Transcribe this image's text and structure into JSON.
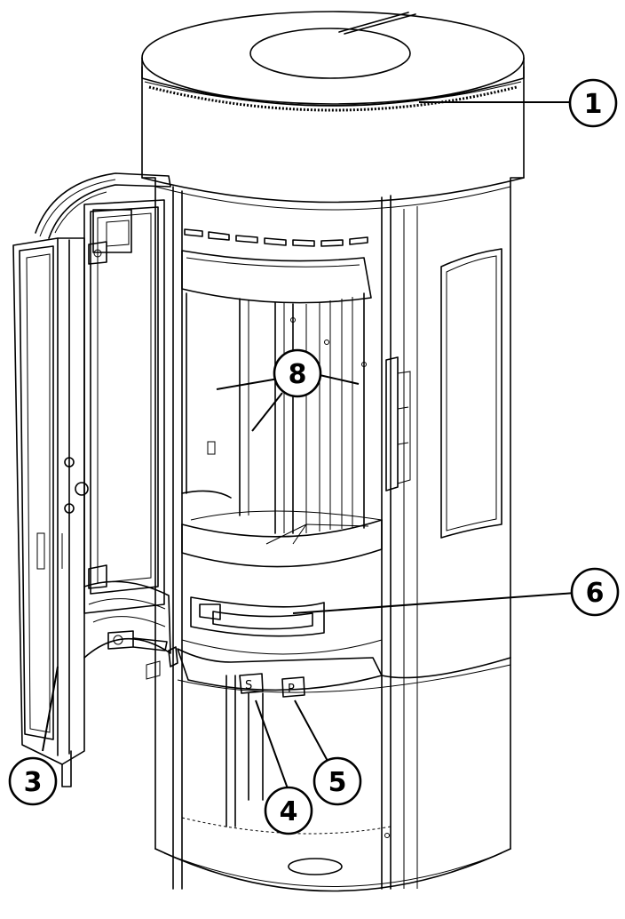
{
  "callouts": [
    {
      "id": "c1",
      "label": "1"
    },
    {
      "id": "c3",
      "label": "3"
    },
    {
      "id": "c4",
      "label": "4"
    },
    {
      "id": "c5",
      "label": "5"
    },
    {
      "id": "c6",
      "label": "6"
    },
    {
      "id": "c8",
      "label": "8"
    }
  ],
  "levers": [
    {
      "id": "lever-s",
      "label": "S"
    },
    {
      "id": "lever-p",
      "label": "P"
    }
  ]
}
